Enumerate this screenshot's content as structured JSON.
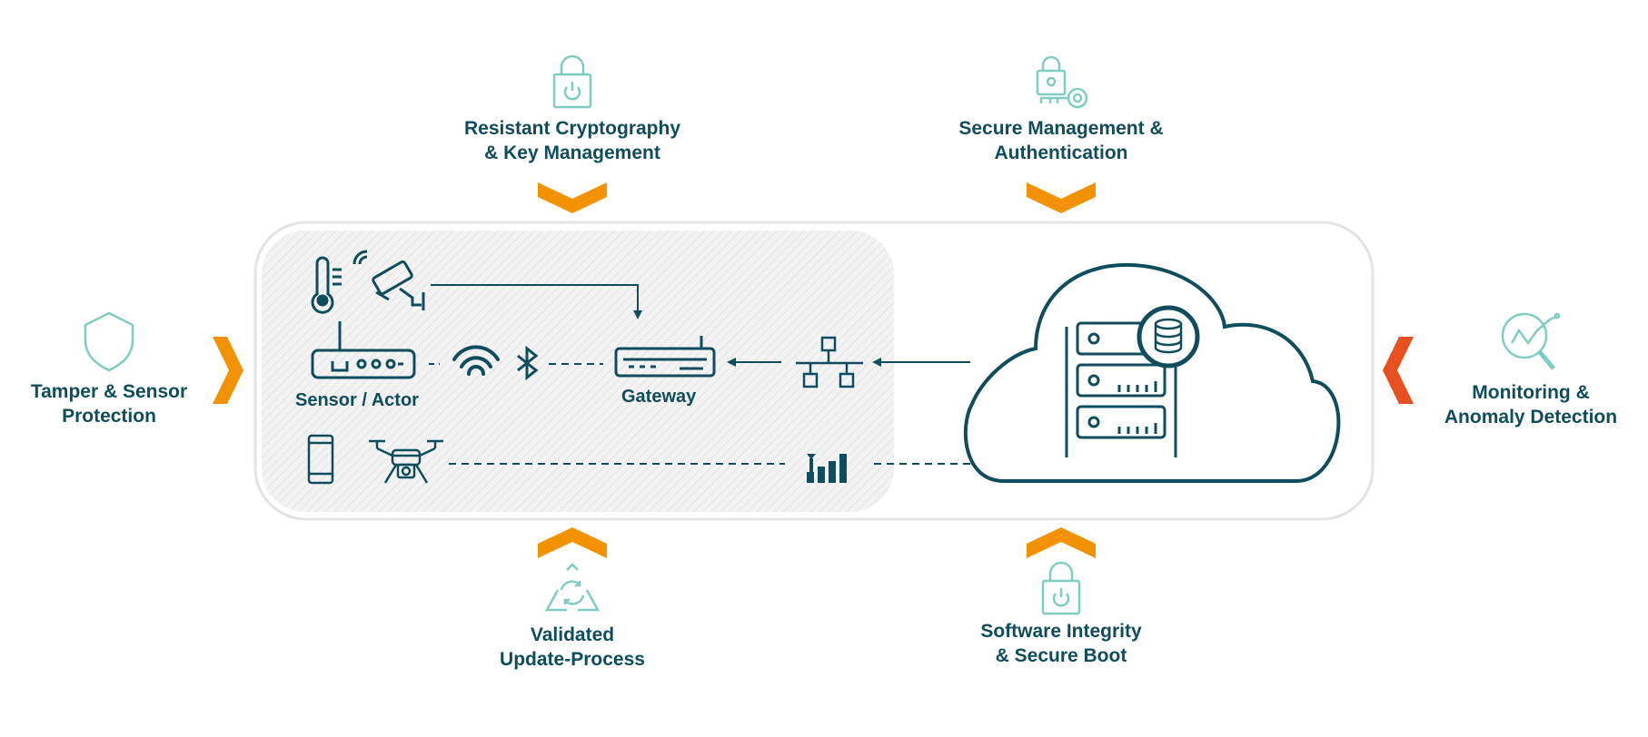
{
  "pillars": {
    "top_left": {
      "line1": "Resistant Cryptography",
      "line2": "& Key Management",
      "icon": "padlock-power-icon"
    },
    "top_right": {
      "line1": "Secure Management &",
      "line2": "Authentication",
      "icon": "lock-and-key-icon"
    },
    "left": {
      "line1": "Tamper & Sensor",
      "line2": "Protection",
      "icon": "shield-icon"
    },
    "right": {
      "line1": "Monitoring &",
      "line2": "Anomaly Detection",
      "icon": "magnifier-graph-icon"
    },
    "bottom_left": {
      "line1": "Validated",
      "line2": "Update-Process",
      "icon": "recycle-triangle-icon"
    },
    "bottom_right": {
      "line1": "Software Integrity",
      "line2": "& Secure Boot",
      "icon": "padlock-power-icon"
    }
  },
  "devices": {
    "sensor_actor": "Sensor / Actor",
    "gateway": "Gateway"
  },
  "colors": {
    "text": "#0f4c5c",
    "icon_teal": "#7fcdc0",
    "chevron_orange": "#f39200",
    "chevron_red": "#e8511f",
    "container_border": "#e3e3e3"
  }
}
